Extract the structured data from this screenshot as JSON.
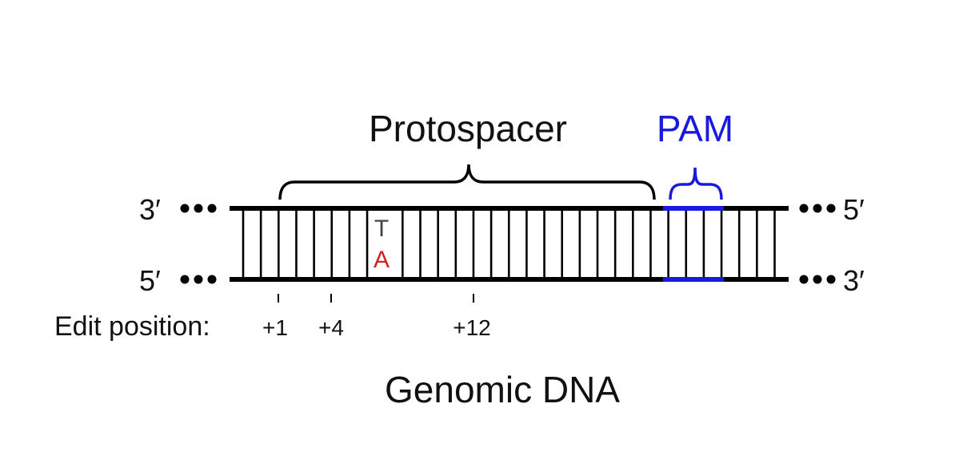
{
  "labels": {
    "protospacer": "Protospacer",
    "pam": "PAM",
    "top_left_end": "3′",
    "top_right_end": "5′",
    "bottom_left_end": "5′",
    "bottom_right_end": "3′",
    "edit_position_label": "Edit position:",
    "caption": "Genomic DNA"
  },
  "edit_positions": [
    {
      "label": "+1"
    },
    {
      "label": "+4"
    },
    {
      "label": "+12"
    }
  ],
  "edited_base_pair": {
    "top": "T",
    "bottom": "A"
  },
  "colors": {
    "strand": "#000000",
    "pam": "#1a1adf",
    "edited_base": "#d42020",
    "base_top": "#444444"
  }
}
